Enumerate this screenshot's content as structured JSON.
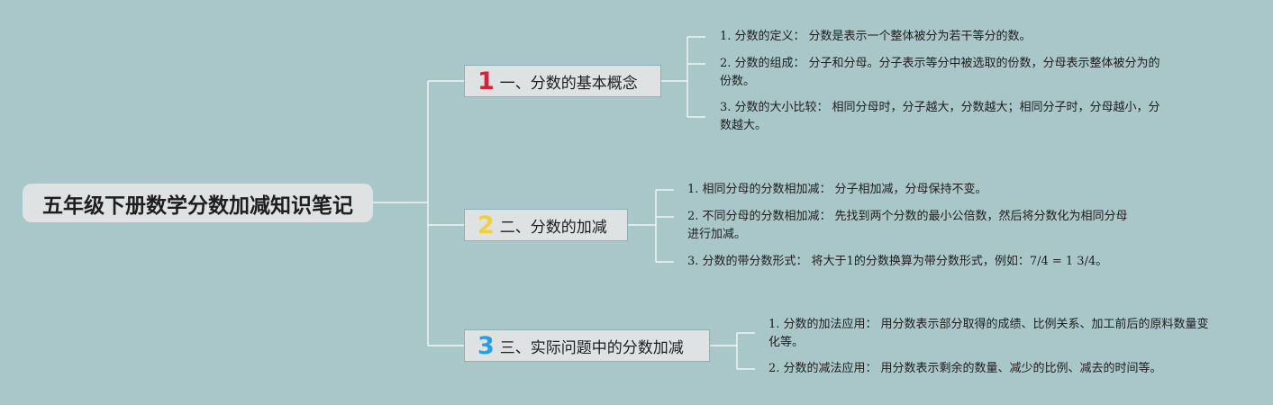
{
  "root": {
    "title": "五年级下册数学分数加减知识笔记"
  },
  "branches": [
    {
      "number": "1",
      "color": "#d0263a",
      "label": "一、分数的基本概念",
      "items": [
        {
          "label": "1. 分数的定义：",
          "text": "分数是表示一个整体被分为若干等分的数。"
        },
        {
          "label": "2. 分数的组成：",
          "text": "分子和分母。分子表示等分中被选取的份数，分母表示整体被分为的份数。"
        },
        {
          "label": "3. 分数的大小比较：",
          "text": "相同分母时，分子越大，分数越大；相同分子时，分母越小，分数越大。"
        }
      ]
    },
    {
      "number": "2",
      "color": "#f0d040",
      "label": "二、分数的加减",
      "items": [
        {
          "label": "1. 相同分母的分数相加减：",
          "text": "分子相加减，分母保持不变。"
        },
        {
          "label": "2. 不同分母的分数相加减：",
          "text": "先找到两个分数的最小公倍数，然后将分数化为相同分母进行加减。"
        },
        {
          "label": "3. 分数的带分数形式：",
          "text": "将大于1的分数换算为带分数形式，例如：7/4 = 1 3/4。"
        }
      ]
    },
    {
      "number": "3",
      "color": "#2a9ee0",
      "label": "三、实际问题中的分数加减",
      "items": [
        {
          "label": "1. 分数的加法应用：",
          "text": "用分数表示部分取得的成绩、比例关系、加工前后的原料数量变化等。"
        },
        {
          "label": "2. 分数的减法应用：",
          "text": "用分数表示剩余的数量、减少的比例、减去的时间等。"
        }
      ]
    }
  ]
}
